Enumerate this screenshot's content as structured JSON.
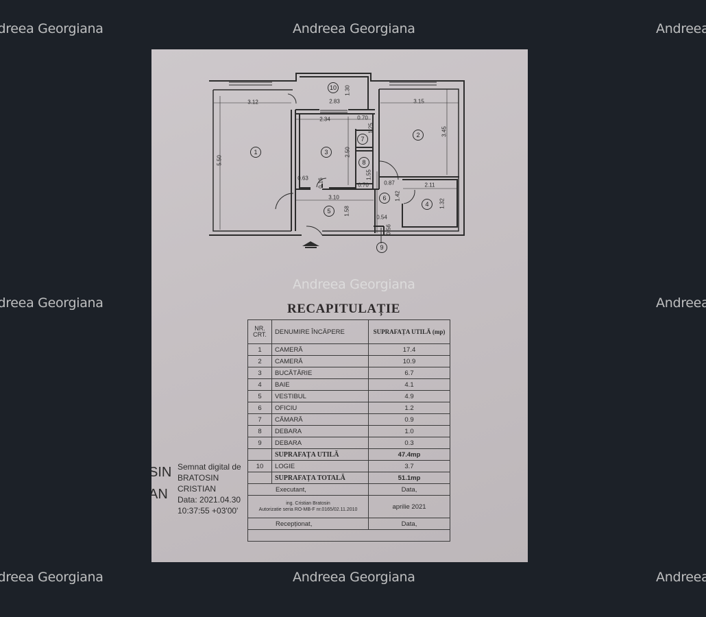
{
  "watermark": "Andreea Georgiana",
  "document": {
    "plan": {
      "rooms": [
        "1",
        "2",
        "3",
        "4",
        "5",
        "6",
        "7",
        "8",
        "9",
        "10"
      ],
      "dimensions": [
        "3.12",
        "2.83",
        "1.30",
        "3.15",
        "2.34",
        "0.70",
        "1.25",
        "3.45",
        "5.50",
        "2.50",
        "1.55",
        "0.63",
        "0.16",
        "0.70",
        "0.87",
        "2.11",
        "3.10",
        "1.42",
        "1.32",
        "1.58",
        "0.54",
        "0.56"
      ]
    },
    "title": "RECAPITULAȚIE",
    "table": {
      "headers": {
        "nr": "NR. CRT.",
        "name": "DENUMIRE ÎNCĂPERE",
        "area": "SUPRAFAȚA UTILĂ (mp)"
      },
      "rows": [
        {
          "nr": "1",
          "name": "CAMERĂ",
          "area": "17.4"
        },
        {
          "nr": "2",
          "name": "CAMERĂ",
          "area": "10.9"
        },
        {
          "nr": "3",
          "name": "BUCĂTĂRIE",
          "area": "6.7"
        },
        {
          "nr": "4",
          "name": "BAIE",
          "area": "4.1"
        },
        {
          "nr": "5",
          "name": "VESTIBUL",
          "area": "4.9"
        },
        {
          "nr": "6",
          "name": "OFICIU",
          "area": "1.2"
        },
        {
          "nr": "7",
          "name": "CĂMARĂ",
          "area": "0.9"
        },
        {
          "nr": "8",
          "name": "DEBARA",
          "area": "1.0"
        },
        {
          "nr": "9",
          "name": "DEBARA",
          "area": "0.3"
        }
      ],
      "useful_label": "SUPRAFAȚA UTILĂ",
      "useful_value": "47.4mp",
      "logia": {
        "nr": "10",
        "name": "LOGIE",
        "area": "3.7"
      },
      "total_label": "SUPRAFAȚA TOTALĂ",
      "total_value": "51.1mp",
      "executant_label": "Executant,",
      "date_label": "Data,",
      "engineer": "ing. Cristian Bratosin",
      "authorization": "Autorizatie seria RO-MB-F nr.0165/02.11.2010",
      "date_value": "aprilie 2021",
      "received_label": "Recepționat,",
      "date_label2": "Data,"
    },
    "signature": {
      "big_1": "SIN",
      "big_2": "AN",
      "line1": "Semnat digital de",
      "line2": "BRATOSIN",
      "line3": "CRISTIAN",
      "line4": "Data: 2021.04.30",
      "line5": "10:37:55 +03'00'"
    }
  }
}
